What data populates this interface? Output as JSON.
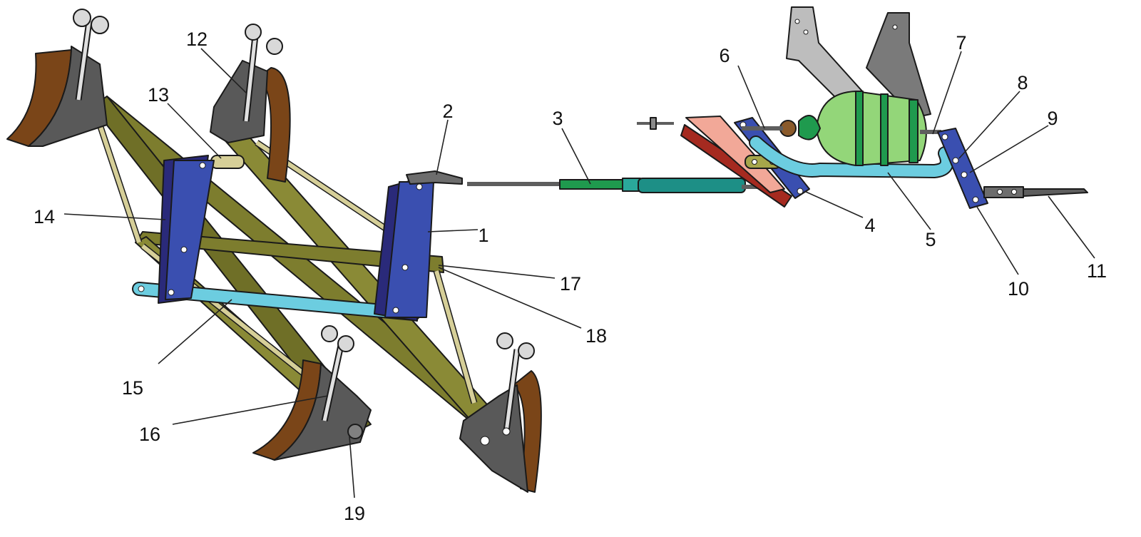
{
  "figure": {
    "kind": "exploded mechanical assembly drawing (numbered callouts, no legend)",
    "colors": {
      "shoe_lining": "#7a4518",
      "shoe_body": "#595959",
      "beam": "#7d7d2e",
      "lever_plate": "#3a4fb0",
      "lever_back": "#2a2a7a",
      "rod": "#d6cf98",
      "cable_tube": "#6ccde0",
      "chamber": "#93d679",
      "chamber_band": "#1f9a4e",
      "bracket": "#bdbdbd",
      "turnbuckle": "#1f9a4e",
      "cable": "#5e5e5e",
      "pink_plate": "#f2a898",
      "red_plate": "#a52a20"
    }
  },
  "callouts": [
    "1",
    "2",
    "3",
    "4",
    "5",
    "6",
    "7",
    "8",
    "9",
    "10",
    "11",
    "12",
    "13",
    "14",
    "15",
    "16",
    "17",
    "18",
    "19"
  ]
}
